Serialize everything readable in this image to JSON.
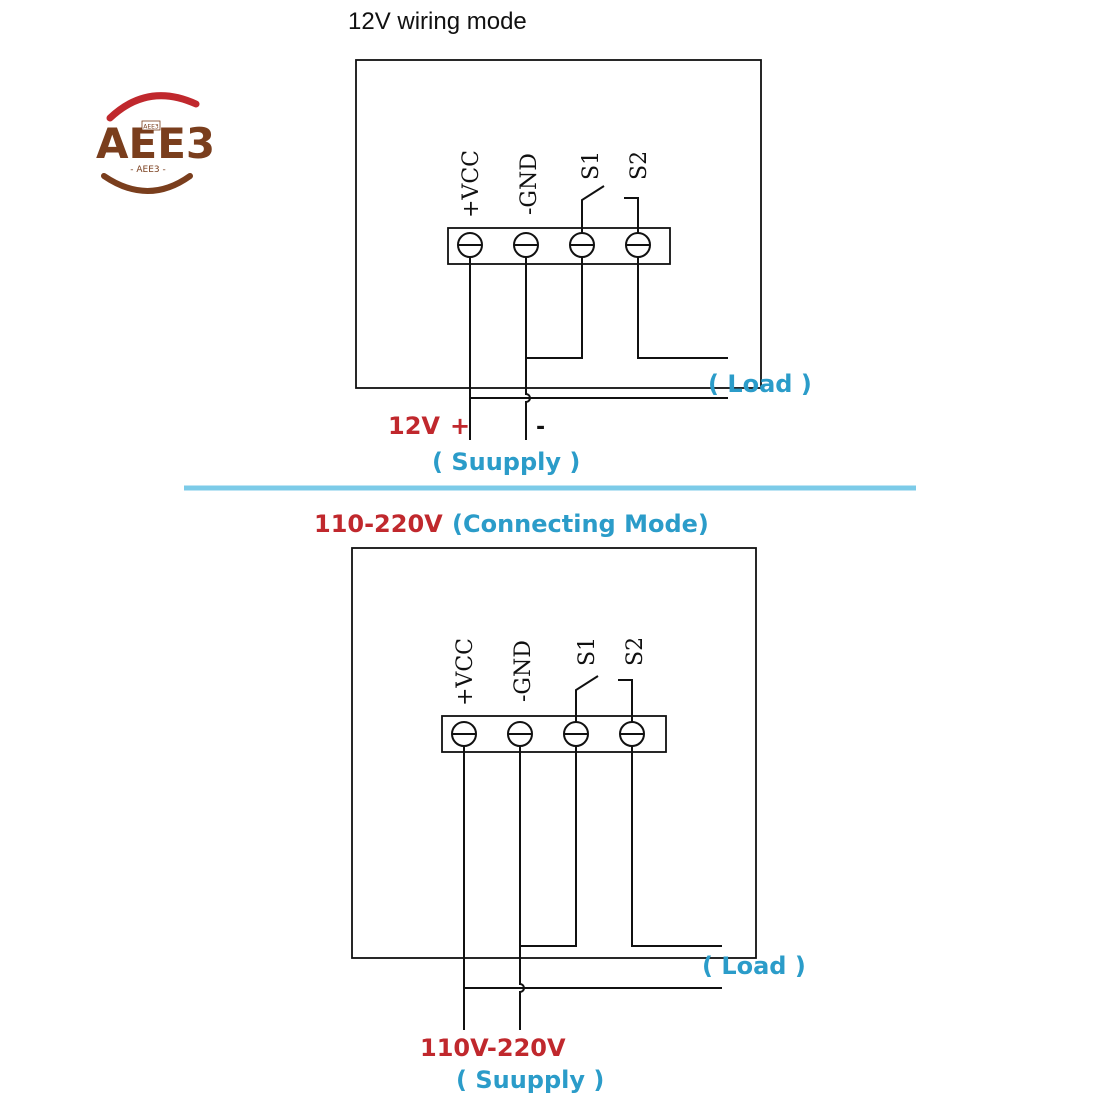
{
  "logo": {
    "text": "AEE3",
    "small_text": "- AEE3 -",
    "badge": "AEE3"
  },
  "top": {
    "title": "12V wiring mode",
    "terminals": [
      "+VCC",
      "-GND",
      "S1",
      "S2"
    ],
    "load_label": "( Load )",
    "supply_voltage": "12V",
    "plus_sign": "+",
    "minus_sign": "-",
    "supply_label": "( Suupply )"
  },
  "bottom": {
    "title_voltage": "110-220V",
    "title_mode": "(Connecting  Mode)",
    "terminals": [
      "+VCC",
      "-GND",
      "S1",
      "S2"
    ],
    "load_label": "( Load )",
    "supply_voltage": "110V-220V",
    "supply_label": "( Suupply )"
  },
  "colors": {
    "red": "#c0282d",
    "blue": "#2b9cc9",
    "divider": "#7ccbe8",
    "logo_brown": "#7a3e1d"
  }
}
